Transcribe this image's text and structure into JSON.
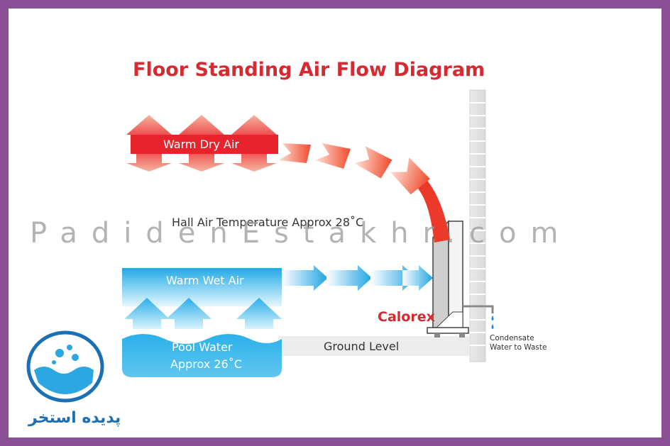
{
  "title": "Floor Standing Air Flow Diagram",
  "labels": {
    "warm_dry_air": "Warm Dry Air",
    "hall_air_temp": "Hall Air Temperature Approx 28˚C",
    "warm_wet_air": "Warm Wet Air",
    "pool_water_line1": "Pool Water",
    "pool_water_line2": "Approx 26˚C",
    "ground_level": "Ground Level",
    "brand": "Calorex",
    "condensate_line1": "Condensate",
    "condensate_line2": "Water to Waste"
  },
  "watermark": "PadidenEstakhr.com",
  "logo": {
    "text": "پدیده استخر"
  },
  "colors": {
    "title_red": "#d42a32",
    "warm_air_red": "#e8232b",
    "cool_blue": "#2aaee8",
    "frame_purple": "#8a4f97",
    "logo_blue": "#1a6fb5"
  }
}
